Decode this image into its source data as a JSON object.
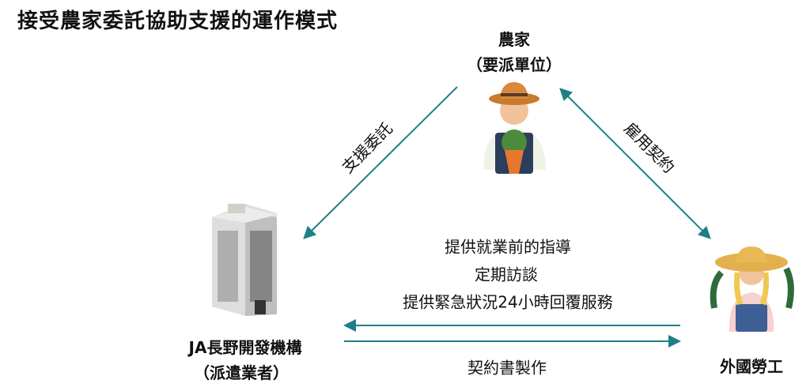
{
  "title": "接受農家委託協助支援的運作模式",
  "farmer": {
    "name": "農家",
    "role": "（要派單位）"
  },
  "agency": {
    "name": "JA長野開發機構",
    "role": "（派遣業者）"
  },
  "worker": {
    "name": "外國勞工"
  },
  "arrows": {
    "farmer_to_agency": "支援委託",
    "farmer_worker": "雇用契約",
    "agency_worker_services": [
      "提供就業前的指導",
      "定期訪談",
      "提供緊急狀況24小時回覆服務"
    ],
    "agency_worker_contract": "契約書製作"
  },
  "colors": {
    "arrow": "#1f7f86"
  }
}
